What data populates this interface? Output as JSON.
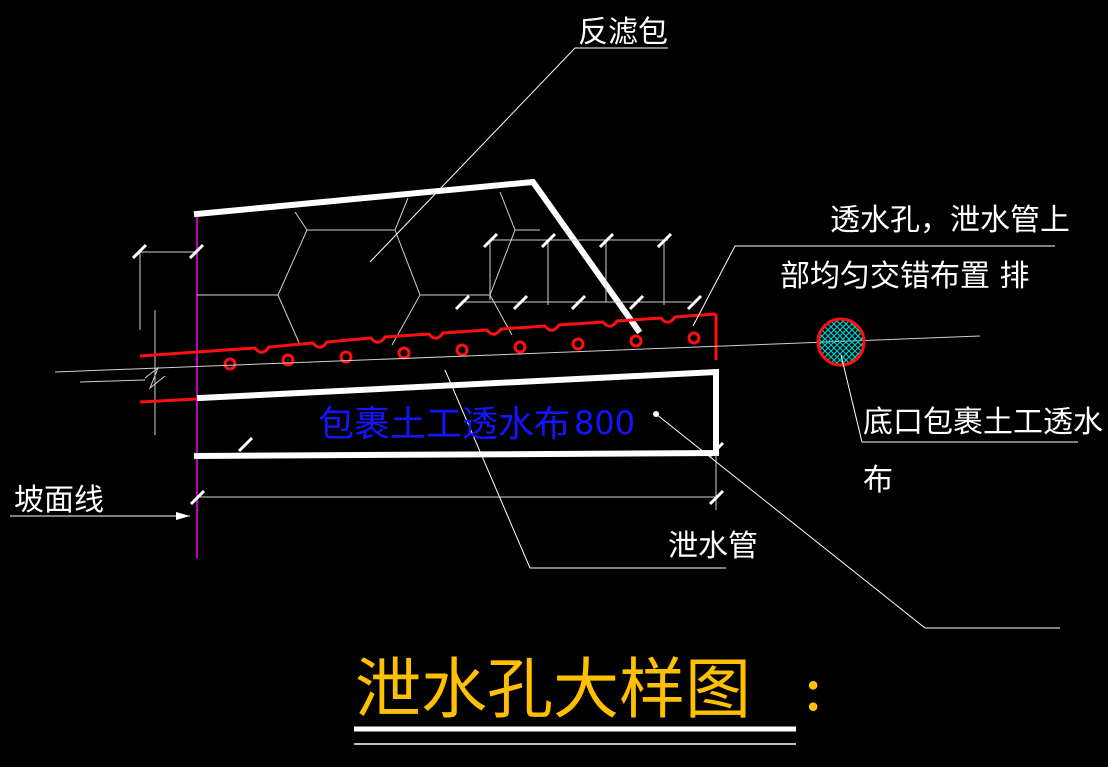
{
  "diagram": {
    "title": "泄水孔大样图",
    "title_suffix": ":",
    "labels": {
      "filter_bag": "反滤包",
      "holes_line1": "透水孔，泄水管上",
      "holes_line2": "部均匀交错布置  排",
      "bottom_wrap_line1": "底口包裹土工透水",
      "bottom_wrap_line2": "布",
      "slope_line": "坡面线",
      "drain_pipe": "泄水管",
      "geotextile": "包裹土工透水布",
      "dimension": "800"
    },
    "colors": {
      "background": "#000000",
      "linework": "#ffffff",
      "pipe": "#ff1010",
      "geotextile_text": "#1414ff",
      "title": "#ffc000",
      "slope_line": "#c000c0",
      "section_hatch": "#00c8c8"
    }
  }
}
